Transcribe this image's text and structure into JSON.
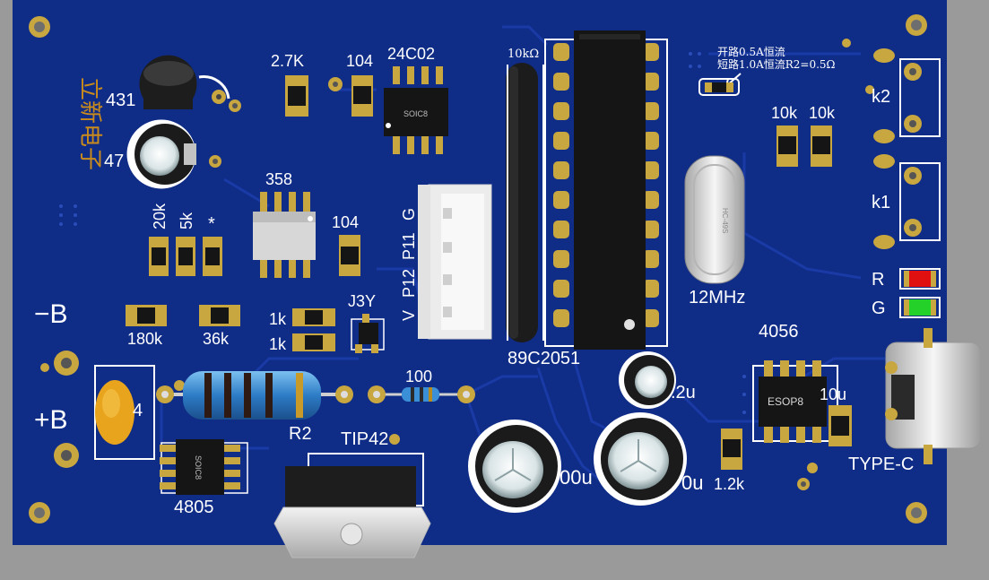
{
  "brand_text": "立新电子",
  "labels": {
    "r_2k7": "2.7K",
    "c_104_top": "104",
    "ic_24c02": "24C02",
    "soic8_top": "SOIC8",
    "u_431": "431",
    "c_47": "47",
    "r_20k": "20k",
    "r_5k": "5k",
    "r_star": "*",
    "ic_358": "358",
    "c_104_mid": "104",
    "r_180k": "180k",
    "r_36k": "36k",
    "r_1k_a": "1k",
    "r_1k_b": "1k",
    "q_j3y": "J3Y",
    "minus_b": "−B",
    "plus_b": "+B",
    "cap_4": "4",
    "r2": "R2",
    "r_100": "100",
    "soic8_bottom": "SOIC8",
    "ic_4805": "4805",
    "tip42": "TIP42",
    "conn_v": "V",
    "conn_p12": "P12",
    "conn_p11": "P11",
    "conn_g": "G",
    "r_10k_omega": "10kΩ",
    "mcu": "89C2051",
    "cap_2u": ".2u",
    "cap_00u_left": "00u",
    "cap_00u_right": "0u",
    "note_line1": "开路0.5A恒流",
    "note_line2": "短路1.0A恒流R2=0.5Ω",
    "r_10k_a": "10k",
    "r_10k_b": "10k",
    "crystal_mark": "HC-49S",
    "crystal_freq": "12MHz",
    "ic_4056": "4056",
    "esop8": "ESOP8",
    "cap_10u": "10u",
    "r_1k2": "1.2k",
    "type_c": "TYPE-C",
    "k2": "k2",
    "k1": "k1",
    "led_r": "R",
    "led_g": "G"
  },
  "colors": {
    "pcb": "#0e2a83",
    "silk": "#ffffff",
    "pad": "#c8a640",
    "body_dark": "#151515",
    "led_red": "#e01010",
    "led_green": "#23d129",
    "resistor_blue": "#3a8fd6",
    "brand_gold": "#c98b1c"
  }
}
